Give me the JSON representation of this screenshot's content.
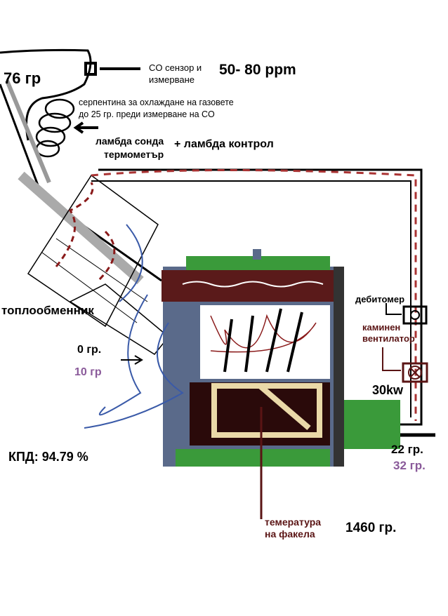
{
  "labels": {
    "flue_temp": "76 гр",
    "co_sensor_line1": "CO сензор и",
    "co_sensor_line2": "измерване",
    "co_value": "50- 80 ppm",
    "coil_line1": "серпентина за охлаждане на газовете",
    "coil_line2": "до 25 гр. преди измерване на CO",
    "lambda_probe": "ламбда сонда",
    "lambda_control": "+ ламбда контрол",
    "thermometer": "термометър",
    "heat_exchanger": "топлообменник",
    "air_in_temp": "0 гр.",
    "air_in_temp_alt": "10 гр",
    "efficiency": "КПД: 94.79 %",
    "flowmeter": "дебитомер",
    "chimney_fan_line1": "каминен",
    "chimney_fan_line2": "вентилатор",
    "power": "30kw",
    "return_temp": "22 гр.",
    "return_temp_alt": "32 гр.",
    "flame_temp_line1": "темература",
    "flame_temp_line2": "на факела",
    "flame_temp_value": "1460 гр."
  },
  "colors": {
    "alt_value": "#8a5a9a",
    "annotation_dark_red": "#5a1414",
    "boiler_green": "#3a9a3a",
    "flame_red": "#8a1a1a",
    "air_blue": "#3a5aa8"
  }
}
